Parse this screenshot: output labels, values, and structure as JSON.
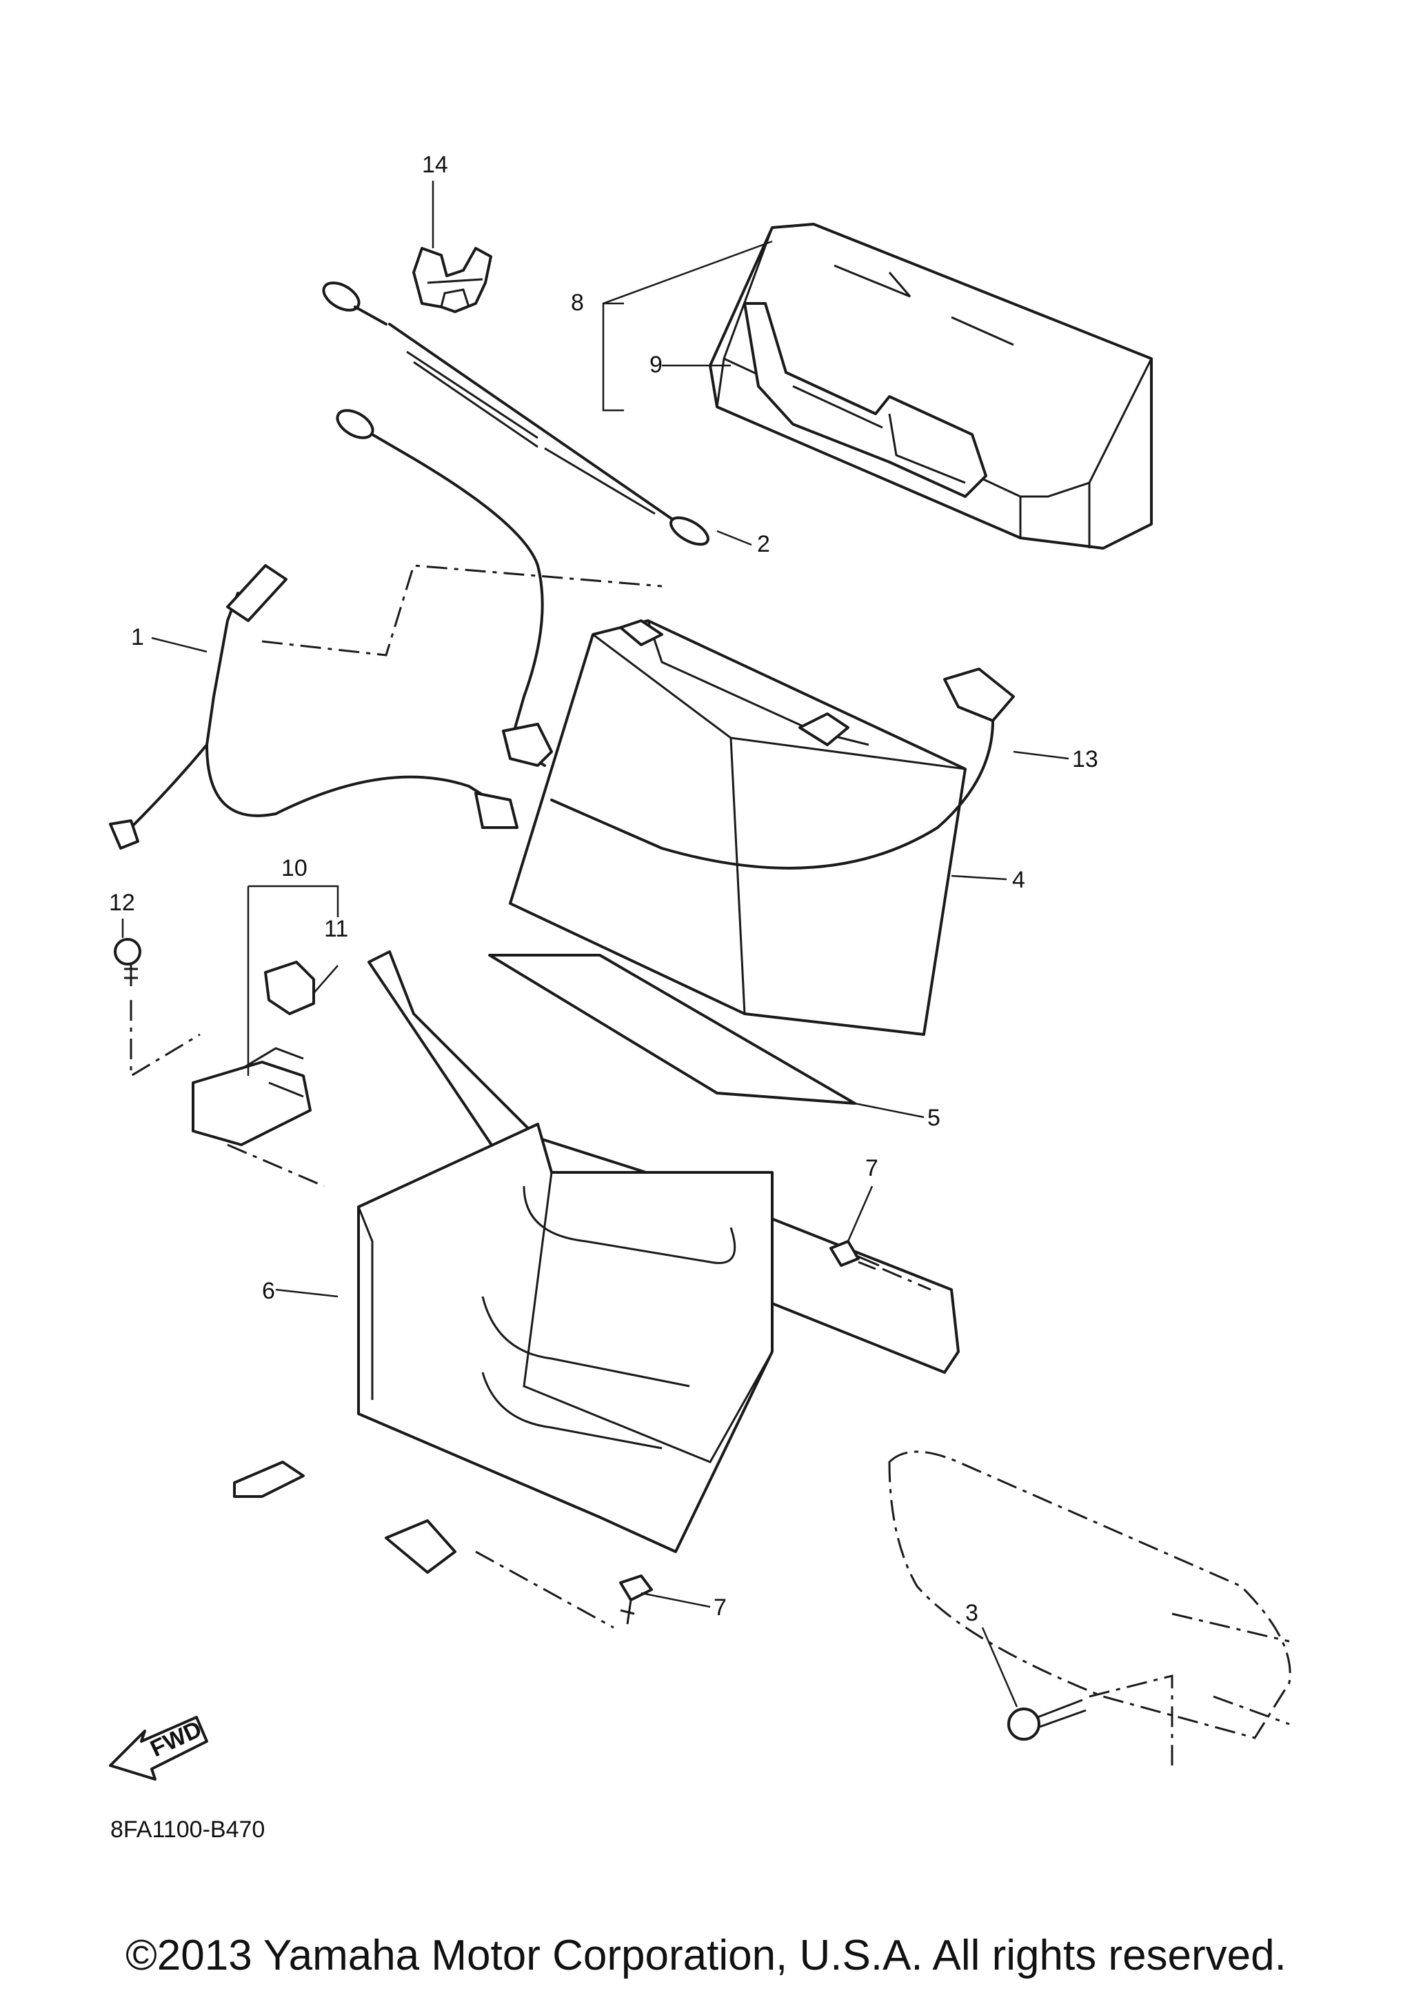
{
  "diagram": {
    "code": "8FA1100-B470",
    "fwd_label": "FWD",
    "copyright": "©2013 Yamaha Motor Corporation, U.S.A. All rights reserved."
  },
  "callouts": {
    "c1": "1",
    "c2": "2",
    "c3": "3",
    "c4": "4",
    "c5": "5",
    "c6": "6",
    "c7a": "7",
    "c7b": "7",
    "c8": "8",
    "c9": "9",
    "c10": "10",
    "c11": "11",
    "c12": "12",
    "c13": "13",
    "c14": "14"
  }
}
